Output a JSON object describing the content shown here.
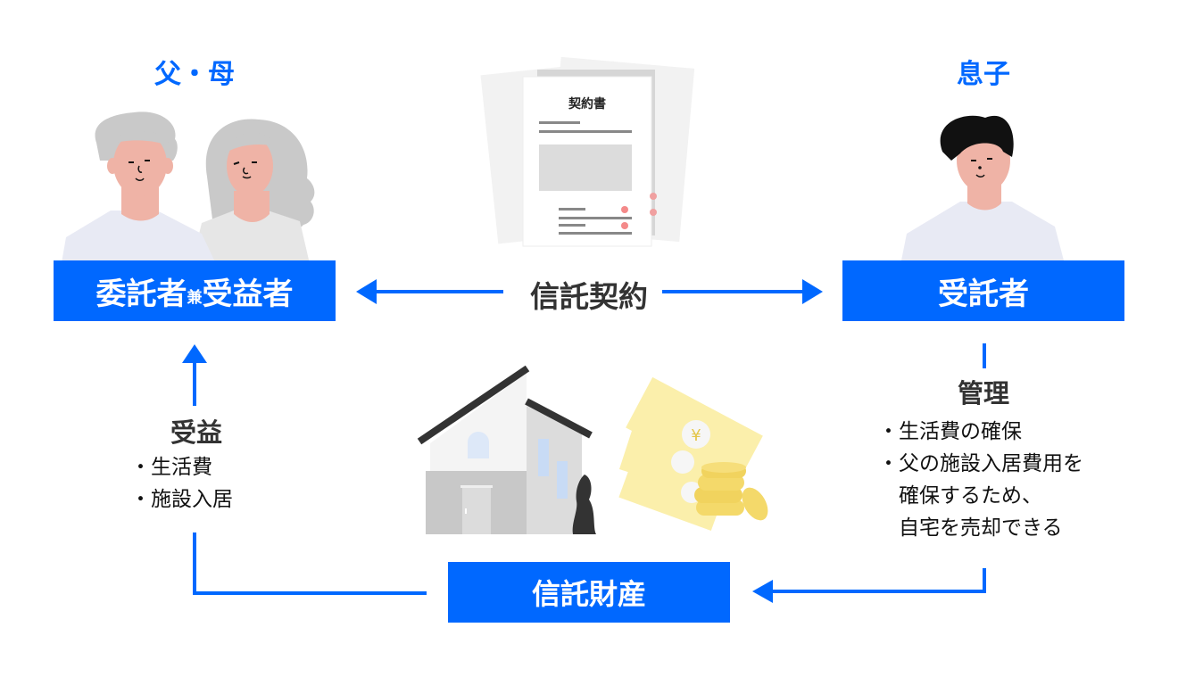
{
  "parents": {
    "title": "父・母",
    "role_part1": "委託者",
    "role_joiner": "兼",
    "role_part2": "受益者"
  },
  "son": {
    "title": "息子",
    "role": "受託者"
  },
  "contract": {
    "label": "信託契約",
    "document_title": "契約書"
  },
  "benefit": {
    "heading": "受益",
    "items": [
      "・生活費",
      "・施設入居"
    ]
  },
  "management": {
    "heading": "管理",
    "items": [
      "・生活費の確保",
      "・父の施設入居費用を",
      "　確保するため、",
      "　自宅を売却できる"
    ]
  },
  "trust_property": {
    "label": "信託財産"
  },
  "colors": {
    "accent": "#0068ff",
    "text_dark": "#333333",
    "skin": "#efb3a6",
    "hair_gray": "#c8c8c8",
    "hair_black": "#111111",
    "shirt": "#e8eaf4",
    "money_yellow": "#fbefab",
    "coin_gold": "#f4d96a"
  }
}
